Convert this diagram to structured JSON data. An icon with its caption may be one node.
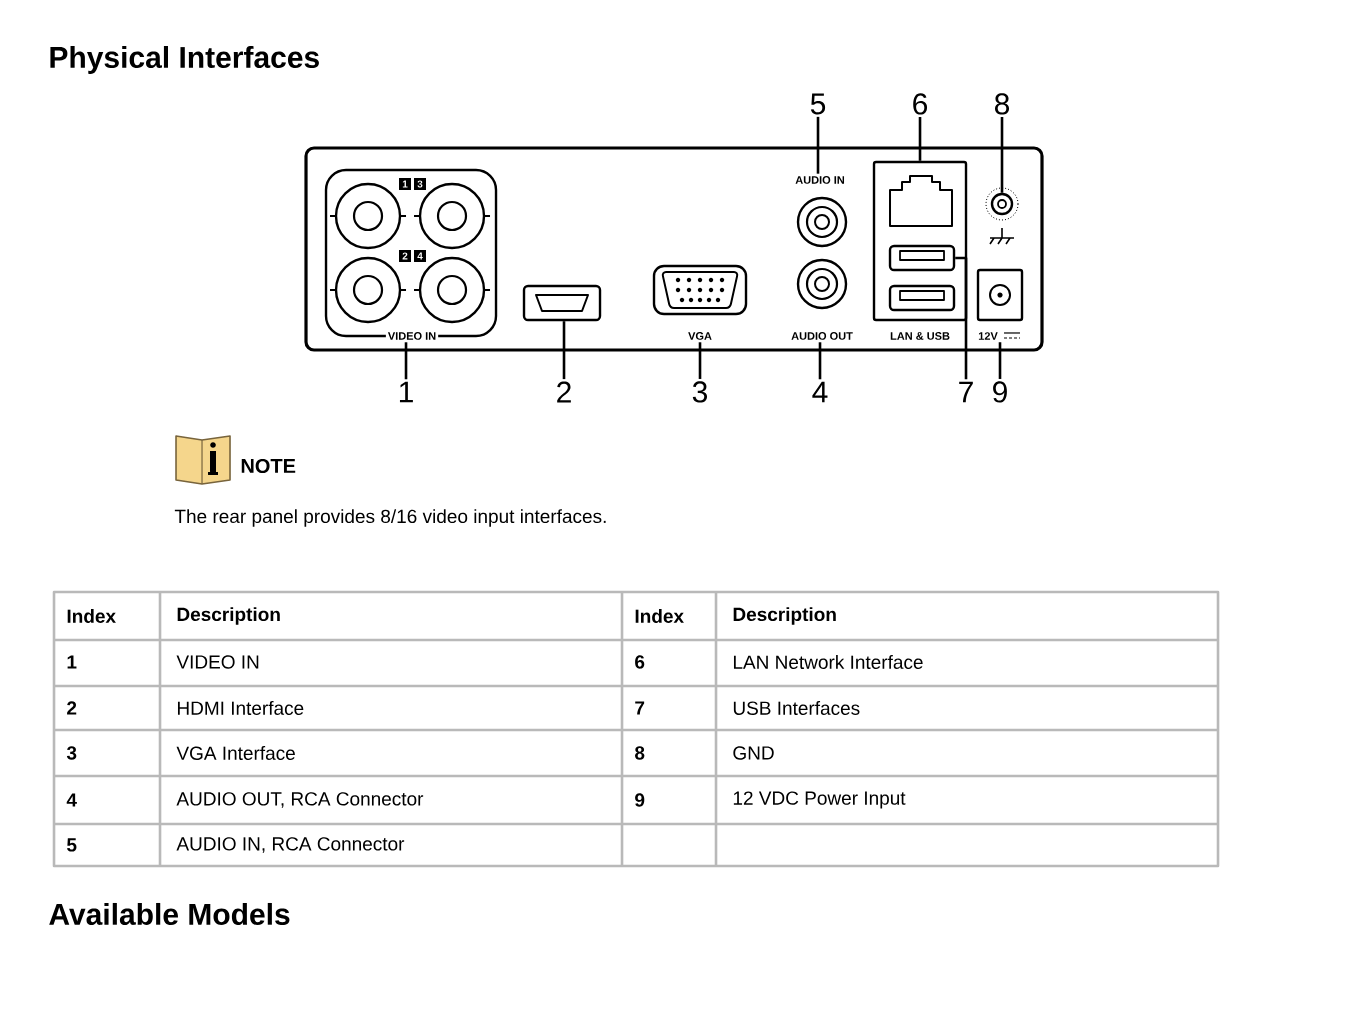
{
  "diagram": {
    "title": "Physical Interfaces",
    "nodes": [
      {
        "text": [],
        "shape": "box"
      },
      {
        "text": [
          "VIDEO IN"
        ],
        "in": 0
      },
      {
        "text": [],
        "shape": "box",
        "in": 0
      },
      {
        "text": [
          "VGA"
        ],
        "in": 0
      },
      {
        "text": [
          "AUDIO IN"
        ],
        "in": 0
      },
      {
        "text": [
          "AUDIO OUT"
        ],
        "in": 0
      },
      {
        "text": [],
        "shape": "box",
        "in": 0
      },
      {
        "text": [],
        "shape": "box",
        "in": 6
      },
      {
        "text": [],
        "shape": "circle",
        "in": 0
      },
      {
        "text": [
          "12V"
        ],
        "in": 0
      },
      {
        "text": [
          "5"
        ]
      },
      {
        "text": [
          "6"
        ]
      },
      {
        "text": [
          "8"
        ]
      },
      {
        "text": [
          "1"
        ]
      },
      {
        "text": [
          "2"
        ]
      },
      {
        "text": [
          "3"
        ]
      },
      {
        "text": [
          "4"
        ]
      },
      {
        "text": [
          "7"
        ]
      },
      {
        "text": [
          "9"
        ]
      }
    ],
    "edges": [
      {
        "from": 10,
        "to": 4,
        "arrow": "none"
      },
      {
        "from": 11,
        "to": 6,
        "arrow": "none"
      },
      {
        "from": 12,
        "to": 8,
        "arrow": "none"
      },
      {
        "from": 13,
        "to": 1,
        "arrow": "none"
      },
      {
        "from": 14,
        "to": 2,
        "arrow": "none"
      },
      {
        "from": 15,
        "to": 3,
        "arrow": "none"
      },
      {
        "from": 16,
        "to": 5,
        "arrow": "none"
      },
      {
        "from": 17,
        "to": 7,
        "arrow": "none"
      },
      {
        "from": 18,
        "to": 9,
        "arrow": "none"
      }
    ],
    "labels": [
      "1",
      "3",
      "2",
      "4",
      "LAN & USB",
      "NOTE",
      "The rear panel provides 8/16 video input interfaces.",
      "Index",
      "Description",
      "Index",
      "Description",
      "1",
      "VIDEO IN",
      "6",
      "LAN Network Interface",
      "2",
      "HDMI Interface",
      "7",
      "USB Interfaces",
      "3",
      "VGA Interface",
      "8",
      "GND",
      "4",
      "AUDIO OUT, RCA Connector",
      "9",
      "12 VDC Power Input",
      "5",
      "AUDIO IN, RCA Connector",
      "Available Models"
    ]
  }
}
